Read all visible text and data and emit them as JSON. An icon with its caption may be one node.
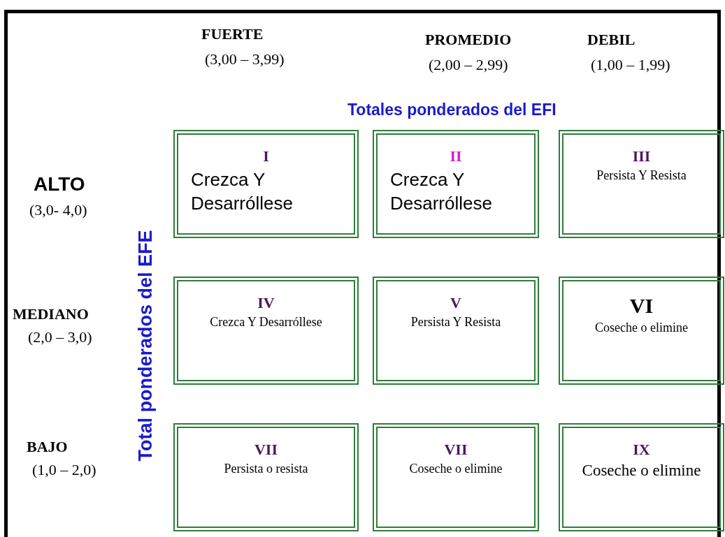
{
  "diagram": {
    "nodes": [
      {
        "text": [
          "I",
          "Crezca Y Desarróllese"
        ]
      },
      {
        "text": [
          "II",
          "Crezca Y Desarróllese"
        ]
      },
      {
        "text": [
          "III",
          "Persista Y Resista"
        ]
      },
      {
        "text": [
          "IV",
          "Crezca Y Desarróllese"
        ]
      },
      {
        "text": [
          "V",
          "Persista Y Resista"
        ]
      },
      {
        "text": [
          "VI",
          "Coseche o elimine"
        ]
      },
      {
        "text": [
          "VII",
          "Persista o resista"
        ]
      },
      {
        "text": [
          "VII",
          "Coseche o elimine"
        ]
      },
      {
        "text": [
          "IX",
          "Coseche o elimine"
        ]
      }
    ],
    "labels": [
      "FUERTE",
      "(3,00 – 3,99)",
      "PROMEDIO",
      "(2,00 – 2,99)",
      "DEBIL",
      "(1,00 – 1,99)",
      "Totales ponderados del EFI",
      "ALTO",
      "(3,0- 4,0)",
      "MEDIANO",
      "(2,0 – 3,0)",
      "BAJO",
      "(1,0 – 2,0)",
      "Total ponderados del EFE"
    ]
  }
}
